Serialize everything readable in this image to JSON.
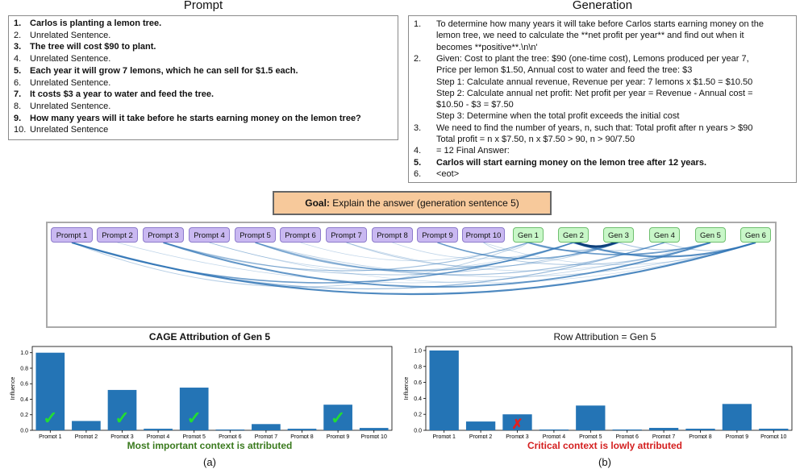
{
  "prompt_panel": {
    "heading": "Prompt",
    "items": [
      {
        "num": "1.",
        "text": "Carlos is planting a lemon tree.",
        "bold": true
      },
      {
        "num": "2.",
        "text": "Unrelated Sentence.",
        "bold": false
      },
      {
        "num": "3.",
        "text": "The tree will cost $90 to plant.",
        "bold": true
      },
      {
        "num": "4.",
        "text": "Unrelated Sentence.",
        "bold": false
      },
      {
        "num": "5.",
        "text": "Each year it will grow 7 lemons, which he can sell for $1.5 each.",
        "bold": true
      },
      {
        "num": "6.",
        "text": "Unrelated Sentence.",
        "bold": false
      },
      {
        "num": "7.",
        "text": "It costs $3 a year to water and feed the tree.",
        "bold": true
      },
      {
        "num": "8.",
        "text": "Unrelated Sentence.",
        "bold": false
      },
      {
        "num": "9.",
        "text": "How many years will it take before he starts earning money on the lemon tree?",
        "bold": true
      },
      {
        "num": "10.",
        "text": "Unrelated Sentence",
        "bold": false
      }
    ]
  },
  "generation_panel": {
    "heading": "Generation",
    "lines": [
      {
        "num": "1.",
        "text": "To determine how many years it will take before Carlos starts earning money on the",
        "bold": false
      },
      {
        "num": "",
        "text": "lemon tree, we need to calculate the **net profit per year** and find out when it",
        "bold": false
      },
      {
        "num": "",
        "text": "becomes **positive**.\\n\\n'",
        "bold": false
      },
      {
        "num": "2.",
        "text": "Given: Cost to plant the tree: $90 (one-time cost), Lemons produced per year 7,",
        "bold": false
      },
      {
        "num": "",
        "text": "Price per lemon $1.50, Annual cost to water and feed the tree: $3",
        "bold": false
      },
      {
        "num": "",
        "text": "Step 1: Calculate annual revenue, Revenue per year: 7 lemons x $1.50 = $10.50",
        "bold": false
      },
      {
        "num": "",
        "text": "Step 2: Calculate annual net profit: Net profit per year = Revenue - Annual cost =",
        "bold": false
      },
      {
        "num": "",
        "text": "$10.50 - $3 = $7.50",
        "bold": false
      },
      {
        "num": "",
        "text": "Step 3: Determine when the total profit exceeds the initial cost",
        "bold": false
      },
      {
        "num": "3.",
        "text": "We need to find the number of years, n, such that: Total profit after n years > $90",
        "bold": false
      },
      {
        "num": "",
        "text": "Total profit = n x $7.50, n x $7.50 > 90, n > 90/7.50",
        "bold": false
      },
      {
        "num": "4.",
        "text": "= 12 Final Answer:",
        "bold": false
      },
      {
        "num": "5.",
        "text": "Carlos will start earning money on the lemon tree after 12 years.",
        "bold": true
      },
      {
        "num": "6.",
        "text": "<eot>",
        "bold": false
      }
    ]
  },
  "goal": {
    "label": "Goal:",
    "text": "Explain the answer (generation sentence 5)"
  },
  "graph": {
    "prompt_nodes": [
      "Prompt 1",
      "Prompt 2",
      "Prompt 3",
      "Prompt 4",
      "Prompt 5",
      "Prompt 6",
      "Prompt 7",
      "Prompt 8",
      "Prompt 9",
      "Prompt 10"
    ],
    "gen_nodes": [
      "Gen 1",
      "Gen 2",
      "Gen 3",
      "Gen 4",
      "Gen 5",
      "Gen 6"
    ],
    "colors": {
      "prompt_node": "#c9b8f1",
      "gen_node": "#c8f7c8",
      "edge": "#2f74b5"
    }
  },
  "chart_data": [
    {
      "type": "bar",
      "title": "CAGE Attribution of Gen 5",
      "ylabel": "Influence",
      "xlabel": "",
      "categories": [
        "Prompt 1",
        "Prompt 2",
        "Prompt 3",
        "Prompt 4",
        "Prompt 5",
        "Prompt 6",
        "Prompt 7",
        "Prompt 8",
        "Prompt 9",
        "Prompt 10"
      ],
      "values": [
        1.0,
        0.12,
        0.52,
        0.02,
        0.55,
        0.01,
        0.08,
        0.02,
        0.33,
        0.03
      ],
      "ylim": [
        0,
        1.08
      ],
      "yticks": [
        "0.0",
        "0.2",
        "0.4",
        "0.6",
        "0.8",
        "1.0"
      ],
      "checkmarks_on": [
        "Prompt 1",
        "Prompt 3",
        "Prompt 5",
        "Prompt 9"
      ],
      "check_symbol": "✓",
      "color": "#2474b5",
      "caption": "Most important context is attributed",
      "caption_color": "#3a7a1e",
      "sublabel": "(a)"
    },
    {
      "type": "bar",
      "title": "Row Attribution = Gen 5",
      "ylabel": "Influence",
      "xlabel": "",
      "categories": [
        "Prompt 1",
        "Prompt 2",
        "Prompt 3",
        "Prompt 4",
        "Prompt 5",
        "Prompt 6",
        "Prompt 7",
        "Prompt 8",
        "Prompt 9",
        "Prompt 10"
      ],
      "values": [
        1.0,
        0.11,
        0.2,
        0.01,
        0.31,
        0.01,
        0.03,
        0.02,
        0.33,
        0.02
      ],
      "ylim": [
        0,
        1.05
      ],
      "yticks": [
        "0.0",
        "0.2",
        "0.4",
        "0.6",
        "0.8",
        "1.0"
      ],
      "crossmark_on": [
        "Prompt 3"
      ],
      "cross_symbol": "✗",
      "color": "#2474b5",
      "caption": "Critical context is lowly attributed",
      "caption_color": "#d42020",
      "sublabel": "(b)"
    }
  ]
}
